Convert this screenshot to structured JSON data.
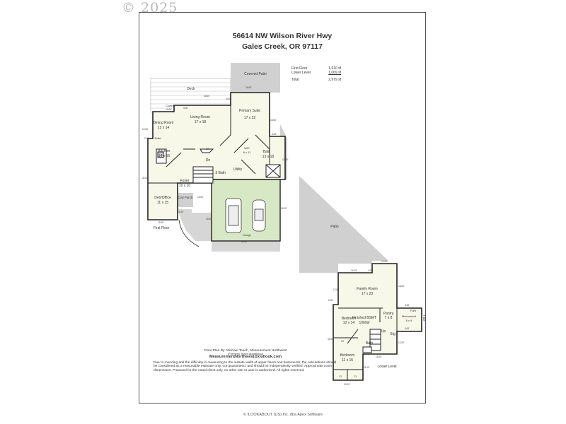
{
  "watermark": "© 2025",
  "header": {
    "address_line1": "56614 NW Wilson River Hwy",
    "address_line2": "Gales Creek, OR 97117"
  },
  "area_summary": {
    "rows": [
      {
        "label": "First Floor",
        "value": "1,910 sf"
      },
      {
        "label": "Lower Level",
        "value": "1,069 sf"
      }
    ],
    "total": {
      "label": "Total",
      "value": "2,979 sf"
    }
  },
  "first_floor": {
    "label": "First Floor",
    "rooms": {
      "deck": "Deck",
      "covered_patio": "Covered Patio",
      "covered_small": "Covered",
      "covered_side": "Covered",
      "dining_name": "Dining Room",
      "dining_size": "12 x 14",
      "living_name": "Living Room",
      "living_size": "17 x 18",
      "primary_name": "Primary Suite",
      "primary_size": "17 x 22",
      "kitchen_name": "Kitchen",
      "kitchen_size": "14 x 16",
      "buffet": "Buffet",
      "wic_name": "WIC",
      "wic_size": "6 x 11",
      "bath_name": "Bath",
      "bath_size": "13 x 18",
      "half_bath": ".5 Bath",
      "utility": "Utility",
      "dn": "Dn",
      "cl": "Cl",
      "foyer_name": "Foyer",
      "foyer_size": "10 x 10",
      "den_name": "Den/Office",
      "den_size": "11 x 15",
      "porch": "Cvd Porch",
      "garage": "Garage"
    },
    "dimensions": [
      "16.00'",
      "16.00'",
      "14.00'",
      "4.00'",
      "4.00'",
      "12.00'",
      "2.00'",
      "32.00'",
      "4.00'",
      "18.00'",
      "11.00'",
      "14.00'",
      "19.00'",
      "24.00'",
      "28.00'",
      "12.00'",
      "11.00'"
    ]
  },
  "patio": {
    "label": "Patio"
  },
  "lower_level": {
    "label": "Lower Level",
    "rooms": {
      "family_name": "Family Room",
      "family_size": "17 x 23",
      "bsmt_name": "Finished BSMT",
      "bsmt_size": "1069sf",
      "bedroom1_name": "Bedroom",
      "bedroom1_size": "12 x 14",
      "bedroom2_name": "Bedroom",
      "bedroom2_size": "11 x 15",
      "pantry_name": "Pantry",
      "pantry_size": "7 x 8",
      "mech_name": "Mechanical",
      "mech_size": "8 x 9",
      "furn": "Furn",
      "up": "Up",
      "stg": "Stg",
      "bath": "Bath",
      "cl": "Cl"
    },
    "dimensions": [
      "10.00'",
      "14.00'",
      "4.00'",
      "12.00'",
      "2.00'",
      "18.00'",
      "9.00'",
      "9.00'",
      "7.00'",
      "32.00'",
      "12.00'",
      "14.00'",
      "11.00'",
      "12.00'"
    ]
  },
  "credits": {
    "line1": "Floor Plan By: Michael Teach, Measurement Northwest",
    "line2": "(Formerly Teach Appraising)",
    "email": "MeasurementNorthwest@outlook.com",
    "disclaimer": "Due to rounding and the difficulty in measuring to the outside walls of upper floors and basements, the calculations should be considered as a reasonable estimate only, not guaranteed, and should be independently verified. Approximate room dimensions. Prepared for the noted client only, no other use or user is authorized. All rights reserved."
  },
  "copyright": "© ILOOKABOUT (US) Inc. dba Apex Software",
  "colors": {
    "floor": "#f7f8e8",
    "garage": "#d6e8c4",
    "exterior": "#d0d0d0",
    "wall": "#222222"
  }
}
